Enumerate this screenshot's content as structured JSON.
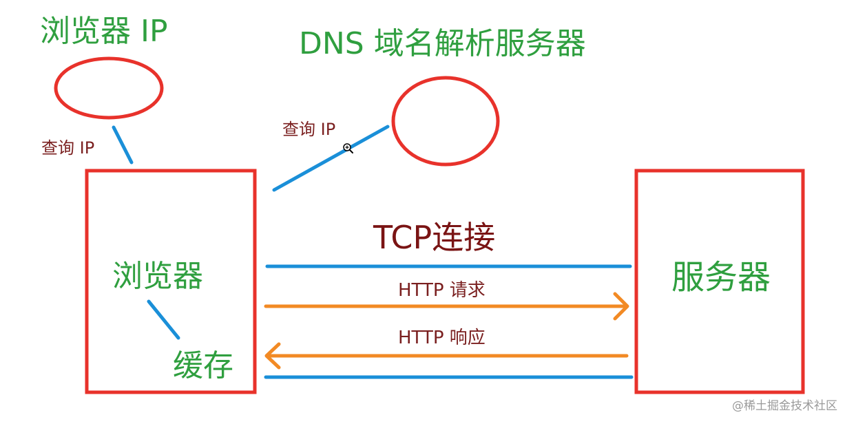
{
  "labels": {
    "browser_ip": "浏览器 IP",
    "dns_server": "DNS 域名解析服务器",
    "query_ip_left": "查询 IP",
    "query_ip_mid": "查询 IP",
    "browser": "浏览器",
    "cache": "缓存",
    "server": "服务器",
    "tcp_connection": "TCP连接",
    "http_request": "HTTP 请求",
    "http_response": "HTTP 响应",
    "watermark": "@稀土掘金技术社区"
  },
  "colors": {
    "box_red": "#e8322b",
    "line_blue": "#1a8fd8",
    "arrow_orange": "#f28a24",
    "text_green": "#2f9f3f",
    "text_darkred": "#7a1414"
  },
  "icons": {
    "cursor": "zoom-in-cursor-icon"
  }
}
